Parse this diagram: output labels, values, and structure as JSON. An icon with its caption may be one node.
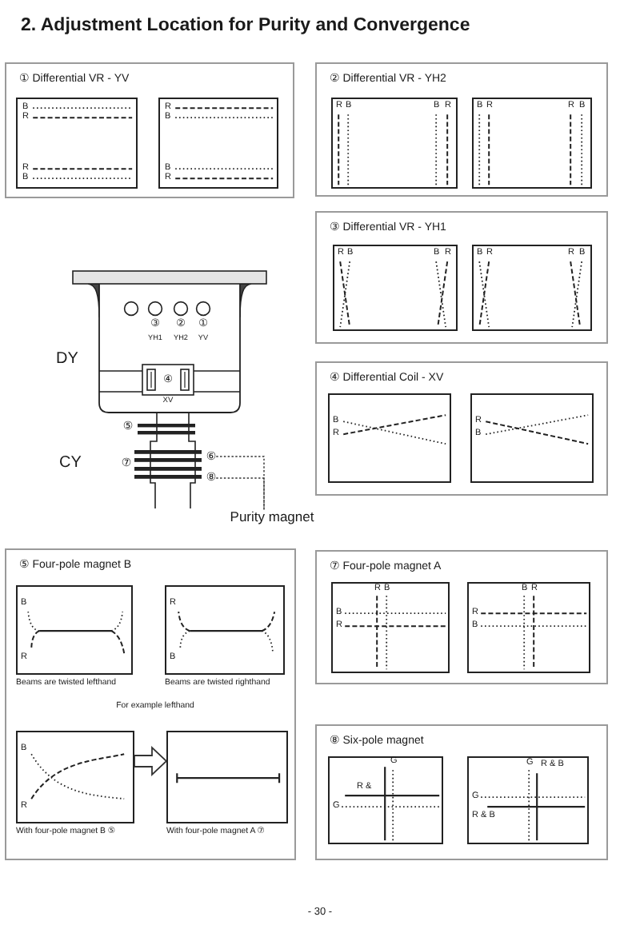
{
  "diagram": {
    "title": "2. Adjustment Location for Purity and Convergence",
    "nodes": [
      {
        "text": [
          "① Differential VR - YV"
        ]
      },
      {
        "text": [
          "B",
          "R",
          "R",
          "B"
        ],
        "in": 0
      },
      {
        "text": [
          "R",
          "B",
          "B",
          "R"
        ],
        "in": 0
      },
      {
        "text": [
          "② Differential VR - YH2"
        ]
      },
      {
        "text": [
          "R",
          "B",
          "B",
          "R"
        ],
        "in": 3
      },
      {
        "text": [
          "B",
          "R",
          "R",
          "B"
        ],
        "in": 3
      },
      {
        "text": [
          "③ Differential VR - YH1"
        ]
      },
      {
        "text": [
          "R",
          "B",
          "B",
          "R"
        ],
        "in": 6
      },
      {
        "text": [
          "B",
          "R",
          "R",
          "B"
        ],
        "in": 6
      },
      {
        "text": [
          "④ Differential Coil - XV"
        ]
      },
      {
        "text": [
          "B",
          "R"
        ],
        "in": 9
      },
      {
        "text": [
          "R",
          "B"
        ],
        "in": 9
      },
      {
        "text": [
          "⑥"
        ]
      },
      {
        "text": [
          "⑧"
        ]
      },
      {
        "text": [
          "Purity magnet"
        ]
      },
      {
        "text": [
          "⑤ Four-pole magnet B"
        ]
      },
      {
        "text": [
          "B",
          "R"
        ],
        "in": 15,
        "beside": [
          "Beams are twisted lefthand"
        ]
      },
      {
        "text": [
          "R",
          "B"
        ],
        "in": 15,
        "beside": [
          "Beams are twisted righthand"
        ]
      },
      {
        "text": [
          "B",
          "R"
        ],
        "in": 15,
        "beside": [
          "With four-pole magnet B ⑤"
        ]
      },
      {
        "text": [],
        "shape": "box",
        "in": 15,
        "beside": [
          "With four-pole magnet A ⑦"
        ]
      },
      {
        "text": [
          "⑦ Four-pole magnet A"
        ]
      },
      {
        "text": [
          "R",
          "B",
          "B",
          "R"
        ],
        "in": 20
      },
      {
        "text": [
          "B",
          "R",
          "R",
          "B"
        ],
        "in": 20
      },
      {
        "text": [
          "⑧ Six-pole magnet"
        ]
      },
      {
        "text": [
          "G",
          "R &",
          "G"
        ],
        "in": 23
      },
      {
        "text": [
          "G",
          "R & B",
          "G",
          "R & B"
        ],
        "in": 23
      }
    ],
    "edges": [
      {
        "from": 12,
        "to": 14,
        "arrow": "none",
        "style": "dashed"
      },
      {
        "from": 13,
        "to": 14,
        "arrow": "none",
        "style": "dashed"
      },
      {
        "from": 18,
        "to": 19,
        "arrow": "to",
        "style": "thick"
      }
    ],
    "labels": [
      "③",
      "②",
      "①",
      "YH1",
      "YH2",
      "YV",
      "DY",
      "④",
      "XV",
      "⑤",
      "CY",
      "⑦",
      "For example lefthand",
      "- 30 -"
    ]
  }
}
